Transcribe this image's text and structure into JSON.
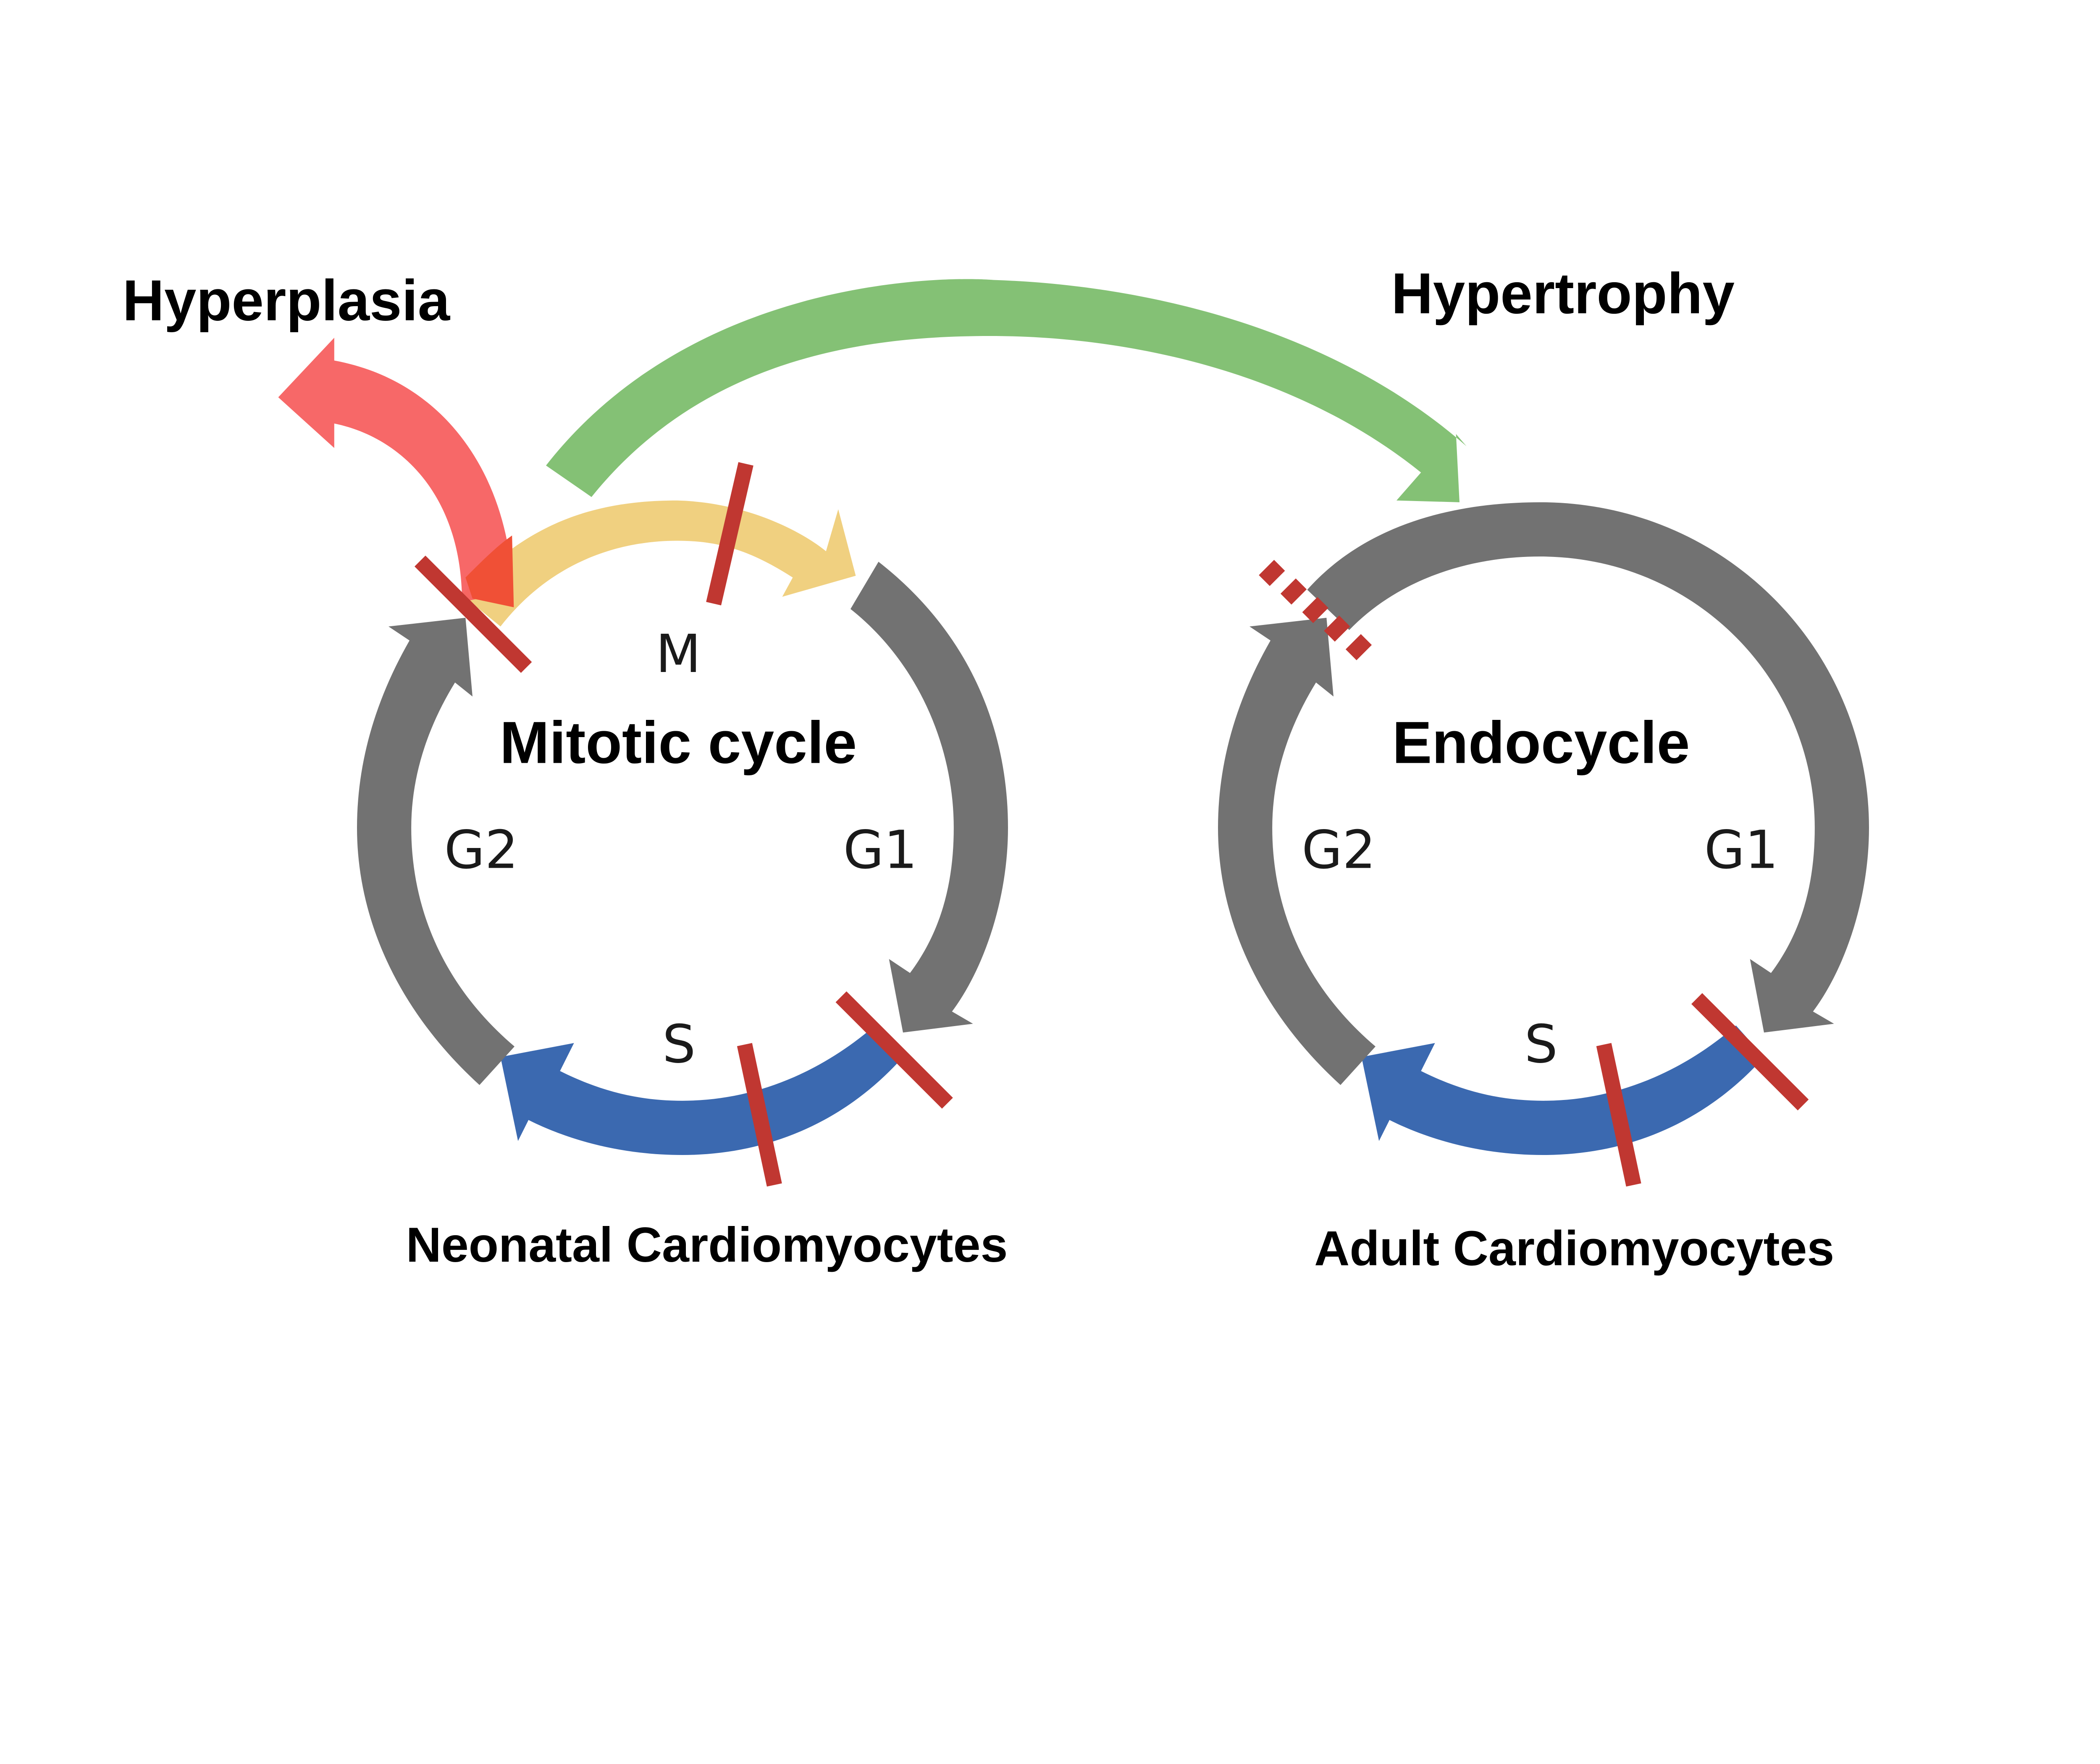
{
  "labels": {
    "hyperplasia": "Hyperplasia",
    "hypertrophy": "Hypertrophy",
    "neonatal": "Neonatal Cardiomyocytes",
    "adult": "Adult Cardiomyocytes"
  },
  "mitotic_cycle": {
    "title": "Mitotic cycle",
    "phases": {
      "m": "M",
      "g1": "G1",
      "s": "S",
      "g2": "G2"
    }
  },
  "endocycle": {
    "title": "Endocycle",
    "phases": {
      "g1": "G1",
      "s": "S",
      "g2": "G2"
    }
  },
  "colors": {
    "gray_arrow": "#727272",
    "blue_s_phase": "#3b69b0",
    "yellow_m_phase": "#f0d080",
    "red_hyperplasia": "#f76060",
    "red_overlap": "#f05036",
    "green_hypertrophy": "#84c175",
    "block_bar": "#c03731"
  }
}
